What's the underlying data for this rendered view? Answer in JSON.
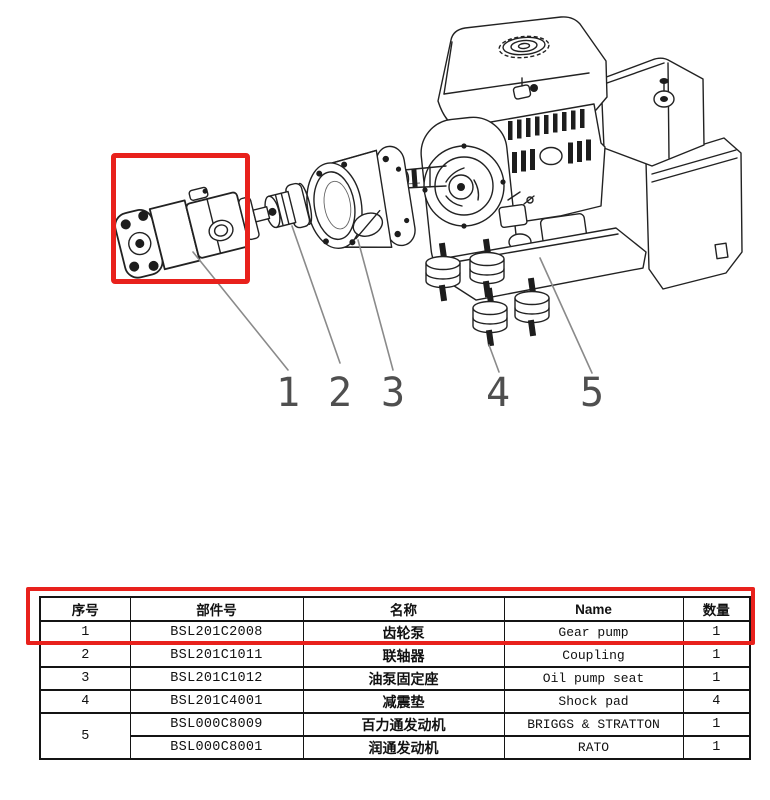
{
  "colors": {
    "highlight": "#e8211c",
    "line": "#222222",
    "leader": "#8a8a8a",
    "callout_text": "#4f4f4f",
    "table_border": "#141414",
    "text": "#111111"
  },
  "diagram": {
    "type": "exploded-parts-view",
    "highlighted_part": "gear-pump",
    "callouts": [
      {
        "number": "1",
        "part": "gear-pump"
      },
      {
        "number": "2",
        "part": "coupling"
      },
      {
        "number": "3",
        "part": "oil-pump-seat"
      },
      {
        "number": "4",
        "part": "shock-pad"
      },
      {
        "number": "5",
        "part": "engine"
      }
    ]
  },
  "table": {
    "columns": [
      {
        "key": "no",
        "label": "序号"
      },
      {
        "key": "part_no",
        "label": "部件号"
      },
      {
        "key": "name_cn",
        "label": "名称"
      },
      {
        "key": "name_en",
        "label": "Name"
      },
      {
        "key": "qty",
        "label": "数量"
      }
    ],
    "rows": [
      {
        "no": "1",
        "part_no": "BSL201C2008",
        "name_cn": "齿轮泵",
        "name_en": "Gear pump",
        "qty": "1"
      },
      {
        "no": "2",
        "part_no": "BSL201C1011",
        "name_cn": "联轴器",
        "name_en": "Coupling",
        "qty": "1"
      },
      {
        "no": "3",
        "part_no": "BSL201C1012",
        "name_cn": "油泵固定座",
        "name_en": "Oil pump seat",
        "qty": "1"
      },
      {
        "no": "4",
        "part_no": "BSL201C4001",
        "name_cn": "减震垫",
        "name_en": "Shock pad",
        "qty": "4"
      },
      {
        "no": "5",
        "part_no": "BSL000C8009",
        "name_cn": "百力通发动机",
        "name_en": "BRIGGS & STRATTON",
        "qty": "1"
      },
      {
        "no": "5",
        "part_no": "BSL000C8001",
        "name_cn": "润通发动机",
        "name_en": "RATO",
        "qty": "1"
      }
    ],
    "highlighted_row_index": 0
  }
}
